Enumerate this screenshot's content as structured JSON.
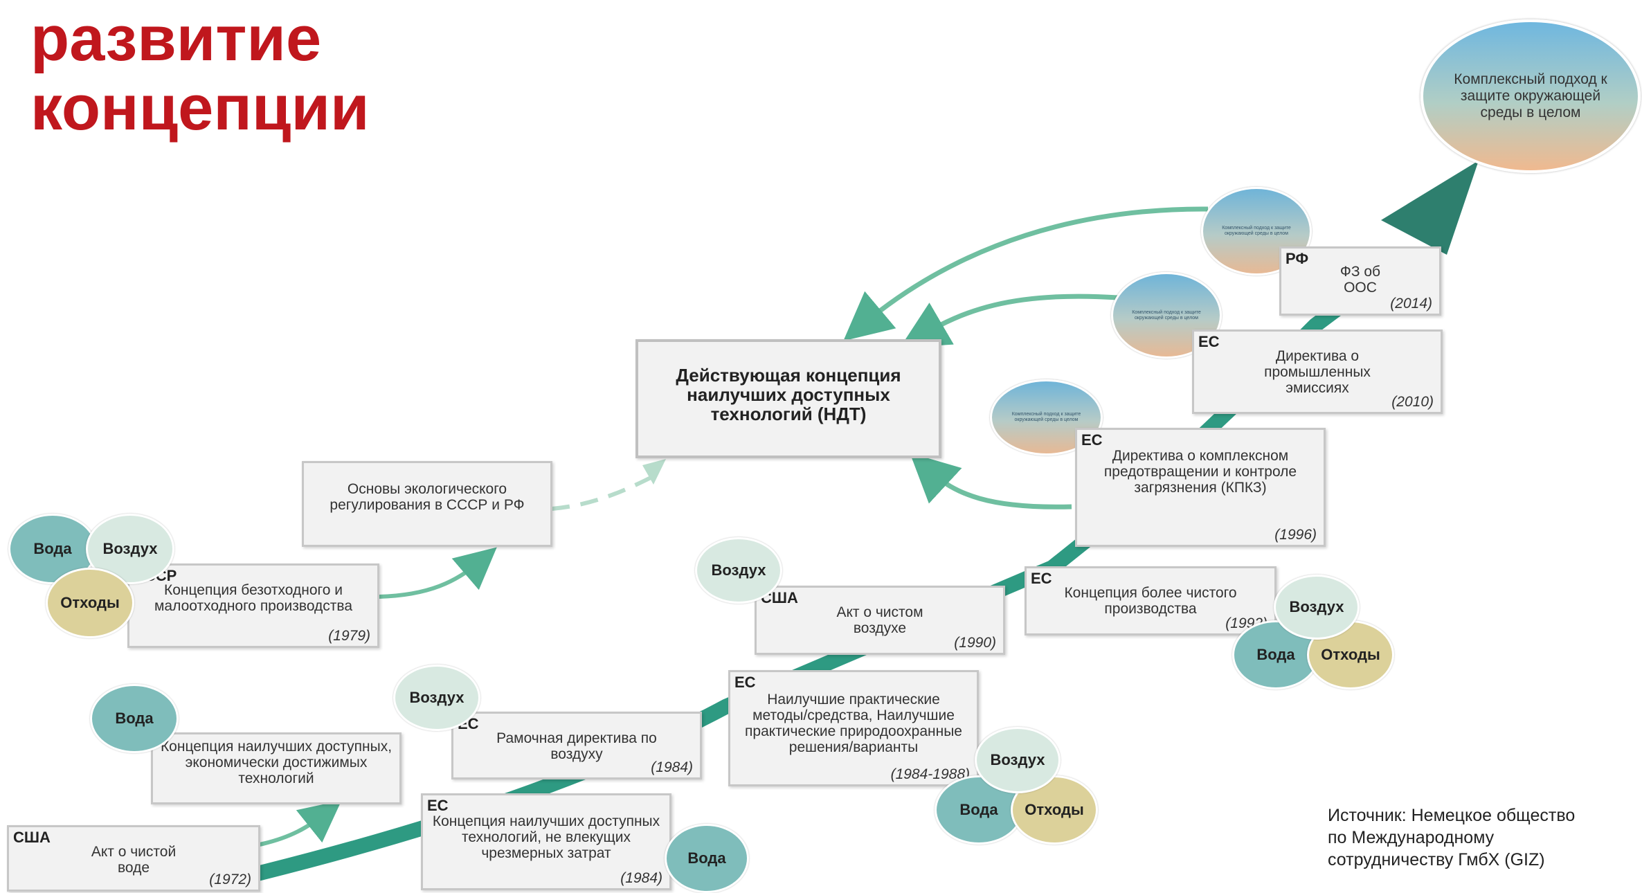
{
  "title_line1": "развитие",
  "title_line2": "концепции",
  "center": {
    "text": "Действующая концепция наилучших доступных технологий (НДТ)"
  },
  "goal": {
    "text": "Комплексный подход к защите окружающей среды в целом"
  },
  "mini_circle_text": "Комплексный подход к защите окружающей среды в целом",
  "boxes": {
    "ussr_basics": {
      "text": "Основы экологического регулирования в СССР и РФ"
    },
    "ussr1979": {
      "hdr": "СССР",
      "text": "Концепция безотходного и малоотходного производства",
      "year": "(1979)"
    },
    "concept_bat_econ": {
      "text": "Концепция наилучших доступных, экономически достижимых технологий"
    },
    "usa1972": {
      "hdr": "США",
      "text": "Акт о чистой воде",
      "year": "(1972)"
    },
    "ec1984a": {
      "hdr": "ЕС",
      "text": "Рамочная директива по воздуху",
      "year": "(1984)"
    },
    "ec1984b": {
      "hdr": "ЕС",
      "text": "Концепция наилучших доступных технологий, не влекущих чрезмерных затрат",
      "year": "(1984)"
    },
    "ec1984_1988": {
      "hdr": "ЕС",
      "text": "Наилучшие практические методы/средства, Наилучшие практические природоохранные решения/варианты",
      "year": "(1984-1988)"
    },
    "usa1990": {
      "hdr": "США",
      "text": "Акт о чистом воздухе",
      "year": "(1990)"
    },
    "ec1992": {
      "hdr": "ЕС",
      "text": "Концепция более чистого производства",
      "year": "(1992)"
    },
    "ec1996": {
      "hdr": "ЕС",
      "text": "Директива о комплексном предотвращении и контроле загрязнения (КПКЗ)",
      "year": "(1996)"
    },
    "ec2010": {
      "hdr": "ЕС",
      "text": "Директива о промышленных эмиссиях",
      "year": "(2010)"
    },
    "rf2014": {
      "hdr": "РФ",
      "text": "ФЗ об ООС",
      "year": "(2014)"
    }
  },
  "media": {
    "water": "Вода",
    "air": "Воздух",
    "waste": "Отходы"
  },
  "source_line1": "Источник: Немецкое общество",
  "source_line2": "по Международному",
  "source_line3": "сотрудничеству ГмбХ (GIZ)",
  "colors": {
    "title": "#c0171d",
    "arrow": "#2e9a82",
    "arrow_light": "#8fcab3",
    "box_bg": "#f2f2f2",
    "water": "#7fbdbb",
    "air": "#d8e9e1",
    "waste": "#dcd19a"
  }
}
